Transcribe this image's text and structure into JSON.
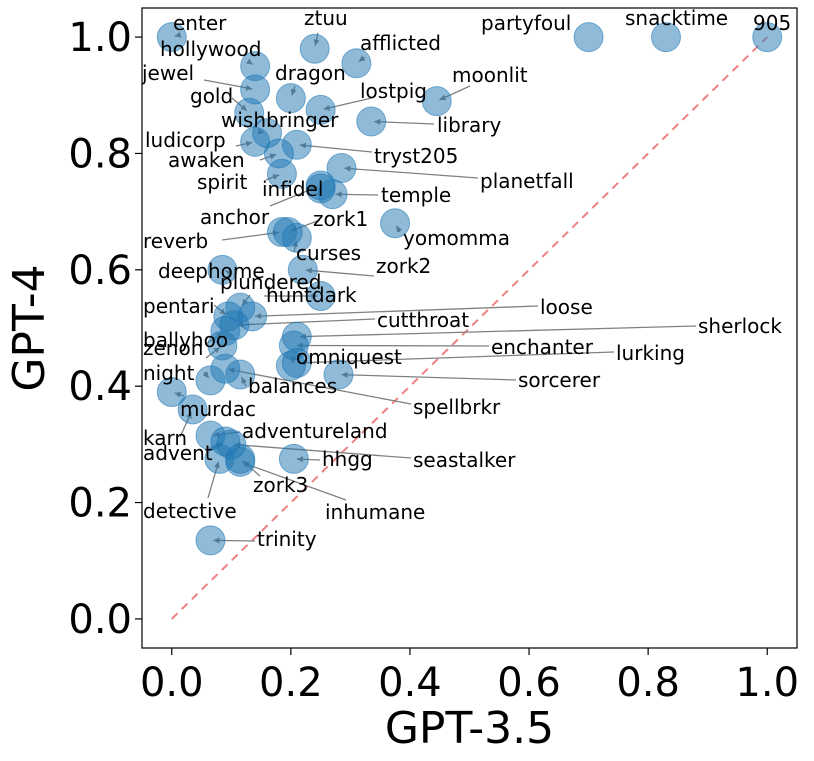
{
  "chart_data": {
    "type": "scatter",
    "xlabel": "GPT-3.5",
    "ylabel": "GPT-4",
    "xlim": [
      -0.05,
      1.05
    ],
    "ylim": [
      -0.05,
      1.05
    ],
    "xticks": [
      "0.0",
      "0.2",
      "0.4",
      "0.6",
      "0.8",
      "1.0"
    ],
    "yticks": [
      "0.0",
      "0.2",
      "0.4",
      "0.6",
      "0.8",
      "1.0"
    ],
    "grid": false,
    "reference_line": "y = x",
    "colors": {
      "point": "#1f77b4",
      "reference_line": "#f08080",
      "leader": "#808080"
    },
    "points": [
      {
        "label": "enter",
        "x": 0.0,
        "y": 1.0
      },
      {
        "label": "ztuu",
        "x": 0.24,
        "y": 0.98
      },
      {
        "label": "partyfoul",
        "x": 0.7,
        "y": 1.0
      },
      {
        "label": "snacktime",
        "x": 0.83,
        "y": 1.0
      },
      {
        "label": "905",
        "x": 1.0,
        "y": 1.0
      },
      {
        "label": "hollywood",
        "x": 0.14,
        "y": 0.95
      },
      {
        "label": "afflicted",
        "x": 0.31,
        "y": 0.955
      },
      {
        "label": "jewel",
        "x": 0.14,
        "y": 0.91
      },
      {
        "label": "dragon",
        "x": 0.2,
        "y": 0.895
      },
      {
        "label": "moonlit",
        "x": 0.445,
        "y": 0.89
      },
      {
        "label": "gold",
        "x": 0.13,
        "y": 0.87
      },
      {
        "label": "lostpig",
        "x": 0.25,
        "y": 0.875
      },
      {
        "label": "wishbringer",
        "x": 0.16,
        "y": 0.835
      },
      {
        "label": "library",
        "x": 0.335,
        "y": 0.855
      },
      {
        "label": "ludicorp",
        "x": 0.14,
        "y": 0.82
      },
      {
        "label": "tryst205",
        "x": 0.21,
        "y": 0.815
      },
      {
        "label": "awaken",
        "x": 0.18,
        "y": 0.8
      },
      {
        "label": "spirit",
        "x": 0.185,
        "y": 0.765
      },
      {
        "label": "planetfall",
        "x": 0.285,
        "y": 0.775
      },
      {
        "label": "infidel",
        "x": 0.25,
        "y": 0.74
      },
      {
        "label": "temple",
        "x": 0.27,
        "y": 0.73
      },
      {
        "label": "anchor",
        "x": 0.25,
        "y": 0.745
      },
      {
        "label": "zork1",
        "x": 0.195,
        "y": 0.665
      },
      {
        "label": "yomomma",
        "x": 0.375,
        "y": 0.68
      },
      {
        "label": "reverb",
        "x": 0.185,
        "y": 0.665
      },
      {
        "label": "curses",
        "x": 0.21,
        "y": 0.655
      },
      {
        "label": "deephome",
        "x": 0.085,
        "y": 0.6
      },
      {
        "label": "zork2",
        "x": 0.22,
        "y": 0.6
      },
      {
        "label": "plundered",
        "x": 0.115,
        "y": 0.535
      },
      {
        "label": "huntdark",
        "x": 0.25,
        "y": 0.555
      },
      {
        "label": "pentari",
        "x": 0.095,
        "y": 0.52
      },
      {
        "label": "loose",
        "x": 0.135,
        "y": 0.52
      },
      {
        "label": "cutthroat",
        "x": 0.105,
        "y": 0.505
      },
      {
        "label": "ballyhoo",
        "x": 0.09,
        "y": 0.495
      },
      {
        "label": "zenon",
        "x": 0.085,
        "y": 0.47
      },
      {
        "label": "sherlock",
        "x": 0.21,
        "y": 0.485
      },
      {
        "label": "enchanter",
        "x": 0.205,
        "y": 0.47
      },
      {
        "label": "lurking",
        "x": 0.21,
        "y": 0.44
      },
      {
        "label": "omniquest",
        "x": 0.2,
        "y": 0.435
      },
      {
        "label": "night",
        "x": 0.065,
        "y": 0.41
      },
      {
        "label": "balances",
        "x": 0.115,
        "y": 0.42
      },
      {
        "label": "sorcerer",
        "x": 0.28,
        "y": 0.42
      },
      {
        "label": "spellbrkr",
        "x": 0.09,
        "y": 0.43
      },
      {
        "label": "murdac",
        "x": 0.0,
        "y": 0.39
      },
      {
        "label": "karn",
        "x": 0.035,
        "y": 0.36
      },
      {
        "label": "adventureland",
        "x": 0.065,
        "y": 0.315
      },
      {
        "label": "advent",
        "x": 0.09,
        "y": 0.305
      },
      {
        "label": "hhgg",
        "x": 0.205,
        "y": 0.275
      },
      {
        "label": "seastalker",
        "x": 0.1,
        "y": 0.3
      },
      {
        "label": "zork3",
        "x": 0.115,
        "y": 0.275
      },
      {
        "label": "inhumane",
        "x": 0.115,
        "y": 0.27
      },
      {
        "label": "detective",
        "x": 0.08,
        "y": 0.275
      },
      {
        "label": "trinity",
        "x": 0.065,
        "y": 0.135
      }
    ]
  }
}
